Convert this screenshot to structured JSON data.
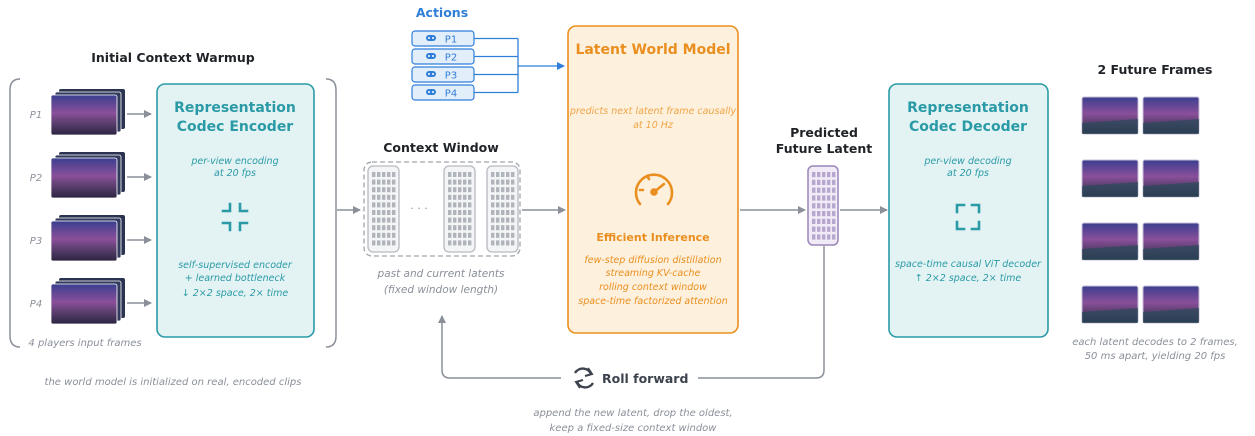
{
  "colors": {
    "teal": "#2a9aa6",
    "teal_fill": "#e3f3f4",
    "orange": "#ea8f1f",
    "orange_fill": "#fdf0dd",
    "blue": "#2f7fd9",
    "blue_fill": "#e3eefb",
    "gray": "#8a8f99",
    "purple": "#9b86b8",
    "purple_fill": "#f0ebf6"
  },
  "warmup": {
    "title": "Initial Context Warmup",
    "players": [
      "P1",
      "P2",
      "P3",
      "P4"
    ],
    "bracket_caption": "4 players input frames",
    "footnote": "the world model is initialized on real, encoded clips"
  },
  "encoder": {
    "title_line1": "Representation",
    "title_line2": "Codec Encoder",
    "desc_line1": "per-view encoding",
    "desc_line2": "at 20 fps",
    "icon": "compress-icon",
    "detail_line1": "self-supervised encoder",
    "detail_line2": "+ learned bottleneck",
    "detail_line3": "↓ 2×2 space, 2× time"
  },
  "actions": {
    "title": "Actions",
    "items": [
      "P1",
      "P2",
      "P3",
      "P4"
    ],
    "icon": "gamepad-icon"
  },
  "context_window": {
    "title": "Context Window",
    "ellipsis": "· · ·",
    "caption_line1": "past and current latents",
    "caption_line2": "(fixed window length)"
  },
  "world_model": {
    "title": "Latent World Model",
    "desc_line1": "predicts next latent frame causally",
    "desc_line2": "at 10 Hz",
    "icon": "speedometer-icon",
    "inference_title": "Efficient Inference",
    "inference_items": [
      "few-step diffusion distillation",
      "streaming KV-cache",
      "rolling context window",
      "space-time factorized attention"
    ]
  },
  "predicted": {
    "title_line1": "Predicted",
    "title_line2": "Future Latent"
  },
  "decoder": {
    "title_line1": "Representation",
    "title_line2": "Codec Decoder",
    "desc_line1": "per-view decoding",
    "desc_line2": "at 20 fps",
    "icon": "expand-icon",
    "detail_line1": "space-time causal ViT decoder",
    "detail_line2": "↑ 2×2 space, 2× time"
  },
  "future": {
    "title": "2 Future Frames",
    "caption_line1": "each latent decodes to 2 frames,",
    "caption_line2": "50 ms apart, yielding 20 fps"
  },
  "roll": {
    "label": "Roll forward",
    "icon": "refresh-icon",
    "caption_line1": "append the new latent, drop the oldest,",
    "caption_line2": "keep a fixed-size context window"
  }
}
